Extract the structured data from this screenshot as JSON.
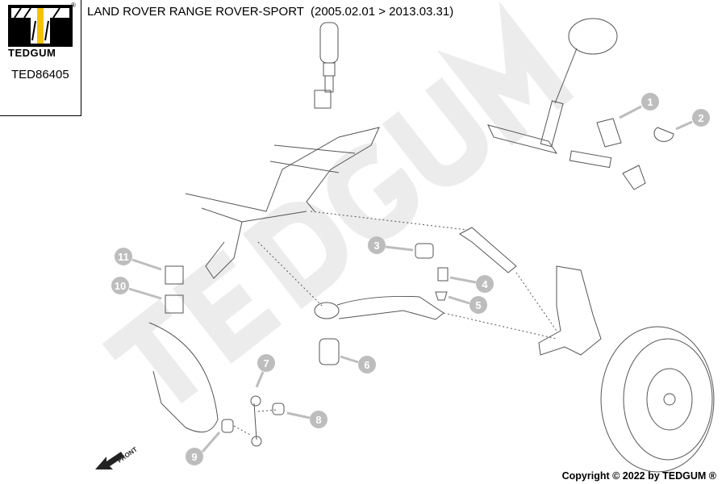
{
  "brand": {
    "name": "TEDGUM",
    "registered": "®",
    "accent": "#f5c200"
  },
  "part_number": "TED86405",
  "title": "LAND ROVER RANGE ROVER-SPORT  (2005.02.01 > 2013.03.31)",
  "watermark": "TEDGUM",
  "front_label": "FRONT",
  "callouts": [
    "1",
    "2",
    "3",
    "4",
    "5",
    "6",
    "7",
    "8",
    "9",
    "10",
    "11"
  ],
  "copyright": "Copyright © 2022 by TEDGUM ®",
  "colors": {
    "callout": "#bdbdbd",
    "watermark": "#ececec",
    "line": "#555555"
  }
}
